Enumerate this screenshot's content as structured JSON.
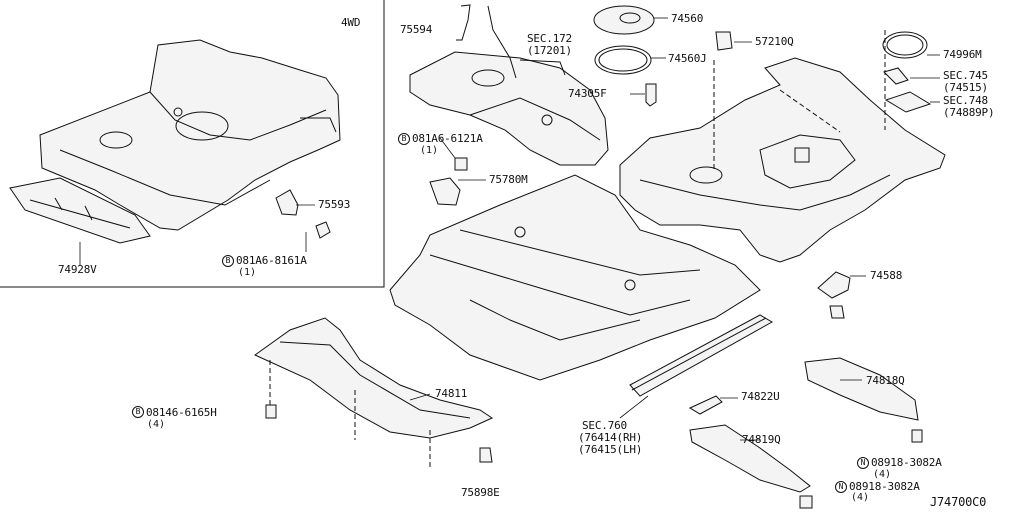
{
  "inset_label": "4WD",
  "diagram_code": "J74700C0",
  "parts": {
    "p75594": "75594",
    "sec172": "SEC.172",
    "sec172_ref": "(17201)",
    "p74560": "74560",
    "p57210Q": "57210Q",
    "p74560J": "74560J",
    "p74305F": "74305F",
    "p74996M": "74996M",
    "sec745": "SEC.745",
    "sec745_ref": "(74515)",
    "sec748": "SEC.748",
    "sec748_ref": "(74889P)",
    "bolt_081A6_6121A": "081A6-6121A",
    "bolt_081A6_6121A_qty": "(1)",
    "p75780M": "75780M",
    "p75593": "75593",
    "bolt_081A6_8161A": "081A6-8161A",
    "bolt_081A6_8161A_qty": "(1)",
    "p74928V": "74928V",
    "p74588": "74588",
    "p74811": "74811",
    "bolt_08146_6165H": "08146-6165H",
    "bolt_08146_6165H_qty": "(4)",
    "p75898E": "75898E",
    "sec760": "SEC.760",
    "sec760_rh": "(76414(RH)",
    "sec760_lh": "(76415(LH)",
    "p74822U": "74822U",
    "p74819Q": "74819Q",
    "p74818Q": "74818Q",
    "nut_08918_3082A_1": "08918-3082A",
    "nut_08918_3082A_1_qty": "(4)",
    "nut_08918_3082A_2": "08918-3082A",
    "nut_08918_3082A_2_qty": "(4)"
  },
  "symbols": {
    "bolt": "B",
    "nut": "N"
  }
}
